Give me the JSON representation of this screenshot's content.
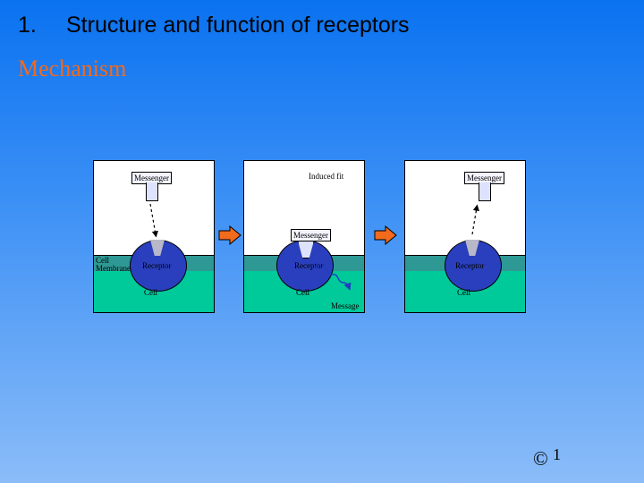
{
  "slide": {
    "number": "1.",
    "title": "Structure and function of receptors",
    "subtitle": "Mechanism",
    "copyright_symbol": "©",
    "page_number": "1"
  },
  "diagram": {
    "panel1": {
      "messenger": "Messenger",
      "receptor": "Receptor",
      "cell": "Cell",
      "membrane_label": "Cell\nMembrane"
    },
    "panel2": {
      "heading": "Induced fit",
      "messenger": "Messenger",
      "receptor": "Receptor",
      "cell": "Cell",
      "message": "Message"
    },
    "panel3": {
      "messenger": "Messenger",
      "receptor": "Receptor",
      "cell": "Cell"
    },
    "colors": {
      "arrow": "#f26a1b",
      "receptor": "#2a3fbe",
      "membrane": "#2e9994",
      "cell": "#00c99a",
      "subtitle": "#f26a1b"
    }
  }
}
